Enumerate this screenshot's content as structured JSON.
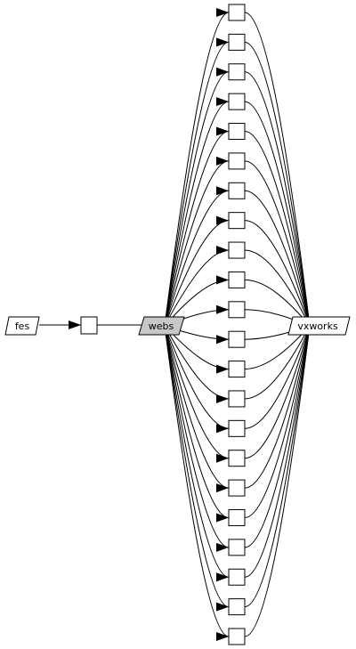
{
  "graph": {
    "nodes": {
      "fes": {
        "label": "fes",
        "shape": "parallelogram",
        "fill": "#ffffff"
      },
      "hub": {
        "label": "",
        "shape": "box",
        "fill": "#ffffff"
      },
      "webs": {
        "label": "webs",
        "shape": "parallelogram",
        "fill": "#c8c8c8"
      },
      "vxworks": {
        "label": "vxworks",
        "shape": "parallelogram",
        "fill": "#ffffff"
      },
      "middle_box_count": 22
    },
    "edges": [
      {
        "from": "fes",
        "to": "hub",
        "arrow": "end"
      },
      {
        "from": "hub",
        "to": "webs",
        "arrow": "none"
      },
      {
        "from": "webs",
        "to": "each-middle-box",
        "arrow": "end"
      },
      {
        "from": "each-middle-box",
        "to": "vxworks",
        "arrow": "none"
      }
    ],
    "colors": {
      "stroke": "#000000",
      "background": "#ffffff"
    }
  }
}
